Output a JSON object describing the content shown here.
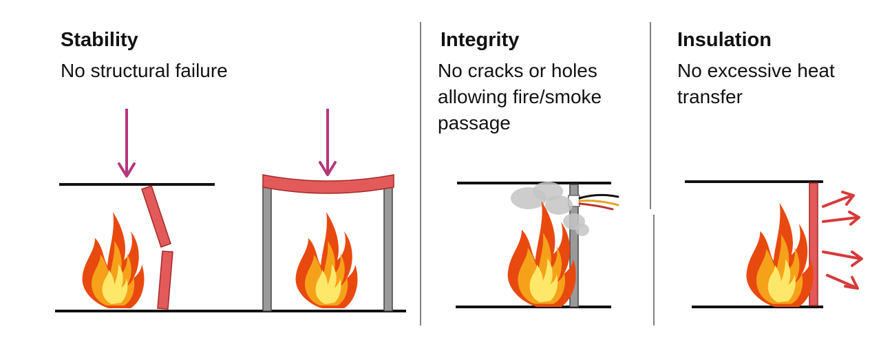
{
  "panels": [
    {
      "title": "Stability",
      "description_lines": [
        "No structural failure"
      ]
    },
    {
      "title": "Integrity",
      "description_lines": [
        "No cracks or holes",
        "allowing fire/smoke",
        "passage"
      ]
    },
    {
      "title": "Insulation",
      "description_lines": [
        "No excessive heat",
        "transfer"
      ]
    }
  ],
  "colors": {
    "load_arrow": "#b5377a",
    "member_fill": "#e35a5a",
    "member_stroke": "#a32828",
    "column_fill": "#9a9a9a",
    "flame_outer": "#e8490f",
    "flame_mid": "#f6a11a",
    "flame_inner": "#ffe76a",
    "smoke": "#c4c4c4",
    "heat_arrow": "#d63a3a",
    "line": "#111111"
  }
}
